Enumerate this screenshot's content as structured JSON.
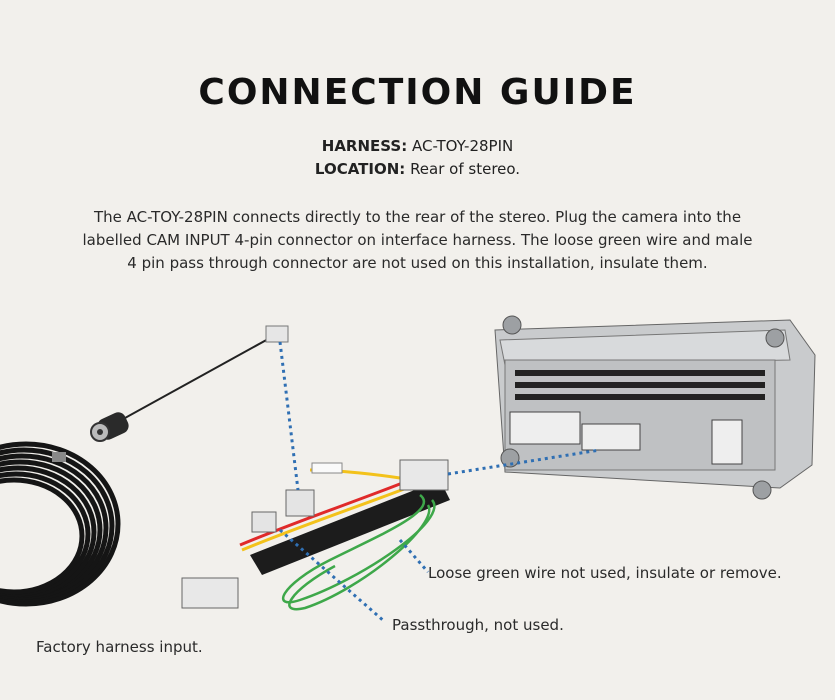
{
  "title": "CONNECTION GUIDE",
  "harness": {
    "label": "HARNESS:",
    "value": "AC-TOY-28PIN"
  },
  "location": {
    "label": "LOCATION:",
    "value": "Rear of stereo."
  },
  "description": "The AC-TOY-28PIN connects directly to the rear of the stereo. Plug the camera into the labelled CAM INPUT 4-pin connector on interface harness. The loose green wire and male 4 pin pass through connector are not used on this installation, insulate them.",
  "callouts": {
    "green_wire": "Loose green wire not used, insulate or remove.",
    "passthrough": "Passthrough, not used.",
    "factory_input": "Factory harness input."
  },
  "colors": {
    "callout_line": "#2f6fb3",
    "green_wire": "#3ea84a",
    "background": "#f2f0ec"
  }
}
